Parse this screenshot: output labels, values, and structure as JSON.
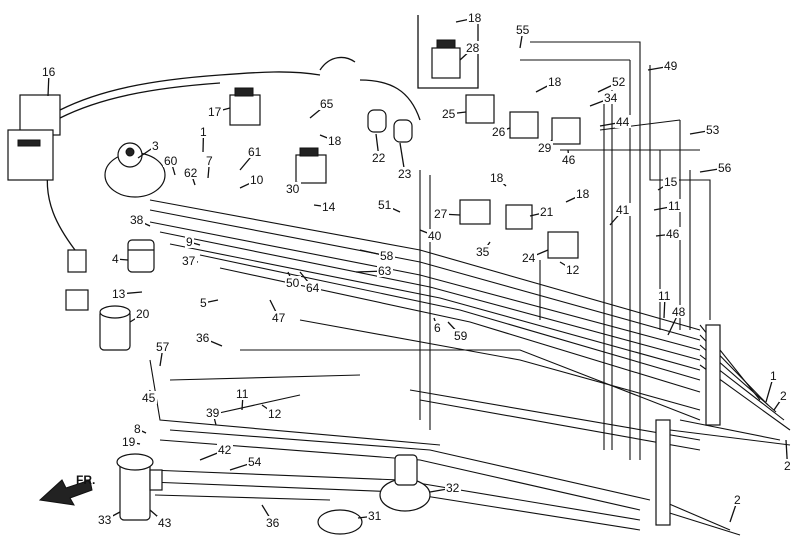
{
  "diagram": {
    "direction_label": "FR.",
    "callouts": [
      "1",
      "2",
      "3",
      "4",
      "5",
      "6",
      "7",
      "8",
      "9",
      "10",
      "11",
      "12",
      "13",
      "14",
      "15",
      "16",
      "17",
      "18",
      "19",
      "20",
      "21",
      "22",
      "23",
      "24",
      "25",
      "26",
      "27",
      "28",
      "29",
      "30",
      "31",
      "32",
      "33",
      "34",
      "35",
      "36",
      "37",
      "38",
      "39",
      "40",
      "41",
      "42",
      "43",
      "44",
      "45",
      "46",
      "47",
      "48",
      "49",
      "50",
      "51",
      "52",
      "53",
      "54",
      "55",
      "56",
      "57",
      "58",
      "59",
      "60",
      "61",
      "62",
      "63",
      "64",
      "65"
    ]
  }
}
